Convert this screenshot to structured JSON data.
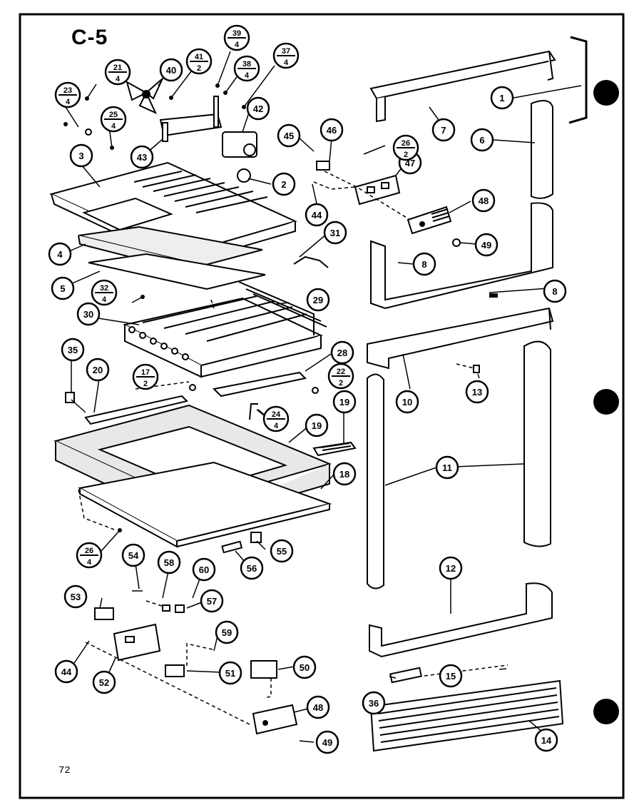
{
  "sheet": {
    "title": "C-5",
    "page_number": "72"
  },
  "callouts": [
    {
      "id": "c1",
      "label": "1"
    },
    {
      "id": "c2",
      "label": "2"
    },
    {
      "id": "c3",
      "label": "3"
    },
    {
      "id": "c4",
      "label": "4"
    },
    {
      "id": "c5",
      "label": "5"
    },
    {
      "id": "c6",
      "label": "6"
    },
    {
      "id": "c7",
      "label": "7"
    },
    {
      "id": "c8a",
      "label": "8"
    },
    {
      "id": "c8b",
      "label": "8"
    },
    {
      "id": "c10",
      "label": "10"
    },
    {
      "id": "c11",
      "label": "11"
    },
    {
      "id": "c12",
      "label": "12"
    },
    {
      "id": "c13",
      "label": "13"
    },
    {
      "id": "c14",
      "label": "14"
    },
    {
      "id": "c15",
      "label": "15"
    },
    {
      "id": "c18",
      "label": "18"
    },
    {
      "id": "c19a",
      "label": "19"
    },
    {
      "id": "c19b",
      "label": "19"
    },
    {
      "id": "c20",
      "label": "20"
    },
    {
      "id": "c28",
      "label": "28"
    },
    {
      "id": "c29",
      "label": "29"
    },
    {
      "id": "c30",
      "label": "30"
    },
    {
      "id": "c31",
      "label": "31"
    },
    {
      "id": "c35",
      "label": "35"
    },
    {
      "id": "c36",
      "label": "36"
    },
    {
      "id": "c40",
      "label": "40"
    },
    {
      "id": "c42",
      "label": "42"
    },
    {
      "id": "c43",
      "label": "43"
    },
    {
      "id": "c44a",
      "label": "44"
    },
    {
      "id": "c44b",
      "label": "44"
    },
    {
      "id": "c45",
      "label": "45"
    },
    {
      "id": "c46",
      "label": "46"
    },
    {
      "id": "c47",
      "label": "47"
    },
    {
      "id": "c48a",
      "label": "48"
    },
    {
      "id": "c48b",
      "label": "48"
    },
    {
      "id": "c49a",
      "label": "49"
    },
    {
      "id": "c49b",
      "label": "49"
    },
    {
      "id": "c50",
      "label": "50"
    },
    {
      "id": "c51",
      "label": "51"
    },
    {
      "id": "c52",
      "label": "52"
    },
    {
      "id": "c53",
      "label": "53"
    },
    {
      "id": "c54",
      "label": "54"
    },
    {
      "id": "c55",
      "label": "55"
    },
    {
      "id": "c56",
      "label": "56"
    },
    {
      "id": "c57",
      "label": "57"
    },
    {
      "id": "c58",
      "label": "58"
    },
    {
      "id": "c59",
      "label": "59"
    },
    {
      "id": "c60",
      "label": "60"
    }
  ],
  "fraction_callouts": [
    {
      "id": "f21",
      "top": "21",
      "bottom": "4"
    },
    {
      "id": "f23",
      "top": "23",
      "bottom": "4"
    },
    {
      "id": "f25",
      "top": "25",
      "bottom": "4"
    },
    {
      "id": "f41",
      "top": "41",
      "bottom": "2"
    },
    {
      "id": "f39",
      "top": "39",
      "bottom": "4"
    },
    {
      "id": "f38",
      "top": "38",
      "bottom": "4"
    },
    {
      "id": "f37",
      "top": "37",
      "bottom": "4"
    },
    {
      "id": "f26a",
      "top": "26",
      "bottom": "2"
    },
    {
      "id": "f32",
      "top": "32",
      "bottom": "4"
    },
    {
      "id": "f17",
      "top": "17",
      "bottom": "2"
    },
    {
      "id": "f22",
      "top": "22",
      "bottom": "2"
    },
    {
      "id": "f24",
      "top": "24",
      "bottom": "4"
    },
    {
      "id": "f26b",
      "top": "26",
      "bottom": "4"
    }
  ]
}
